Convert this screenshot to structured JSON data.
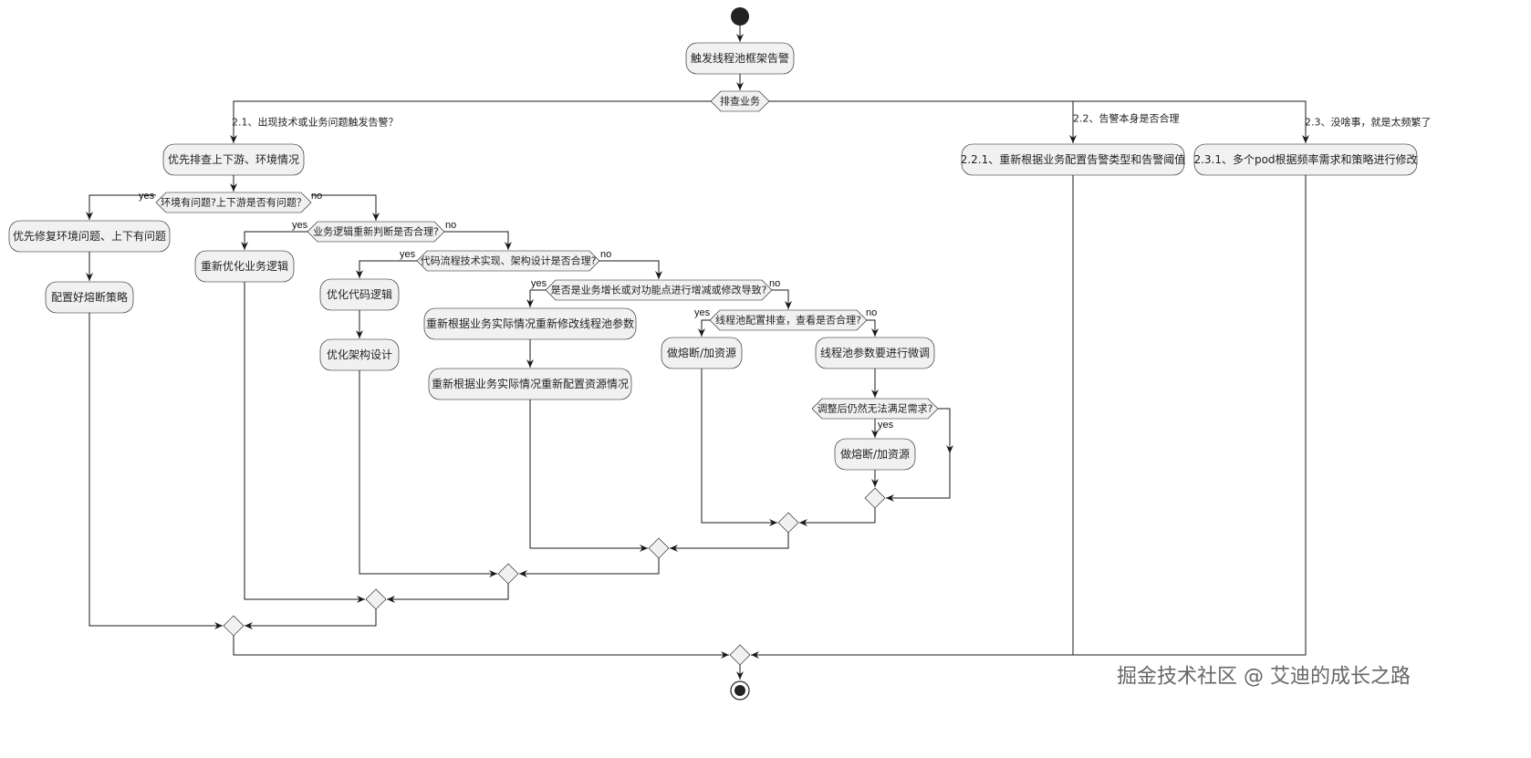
{
  "nodes": {
    "trigger_alert": "触发线程池框架告警",
    "check_business": "排查业务",
    "check_upstream_env": "优先排查上下游、环境情况",
    "env_question": "环境有问题?上下游是否有问题？",
    "fix_env": "优先修复环境问题、上下有问题",
    "config_circuit_breaker": "配置好熔断策略",
    "biz_logic_question": "业务逻辑重新判断是否合理?",
    "optimize_biz_logic": "重新优化业务逻辑",
    "code_arch_question": "代码流程技术实现、架构设计是否合理?",
    "optimize_code": "优化代码逻辑",
    "optimize_arch": "优化架构设计",
    "growth_question": "是否是业务增长或对功能点进行增减或修改导致?",
    "modify_pool_params": "重新根据业务实际情况重新修改线程池参数",
    "reconfig_resources": "重新根据业务实际情况重新配置资源情况",
    "pool_config_question": "线程池配置排查，查看是否合理?",
    "circuit_add_resource_1": "做熔断/加资源",
    "fine_tune_pool": "线程池参数要进行微调",
    "still_unmet_question": "调整后仍然无法满足需求?",
    "circuit_add_resource_2": "做熔断/加资源",
    "reconfig_alert": "2.2.1、重新根据业务配置告警类型和告警阈值",
    "modify_pod": "2.3.1、多个pod根据频率需求和策略进行修改"
  },
  "branch_labels": {
    "b21": "2.1、出现技术或业务问题触发告警？",
    "b22": "2.2、告警本身是否合理",
    "b23": "2.3、没啥事，就是太频繁了"
  },
  "yes_label": "yes",
  "no_label": "no",
  "watermark": "掘金技术社区 @ 艾迪的成长之路",
  "colors": {
    "node_fill": "#f1f1f1",
    "node_stroke": "#181818",
    "edge": "#181818",
    "watermark": "#666666"
  }
}
